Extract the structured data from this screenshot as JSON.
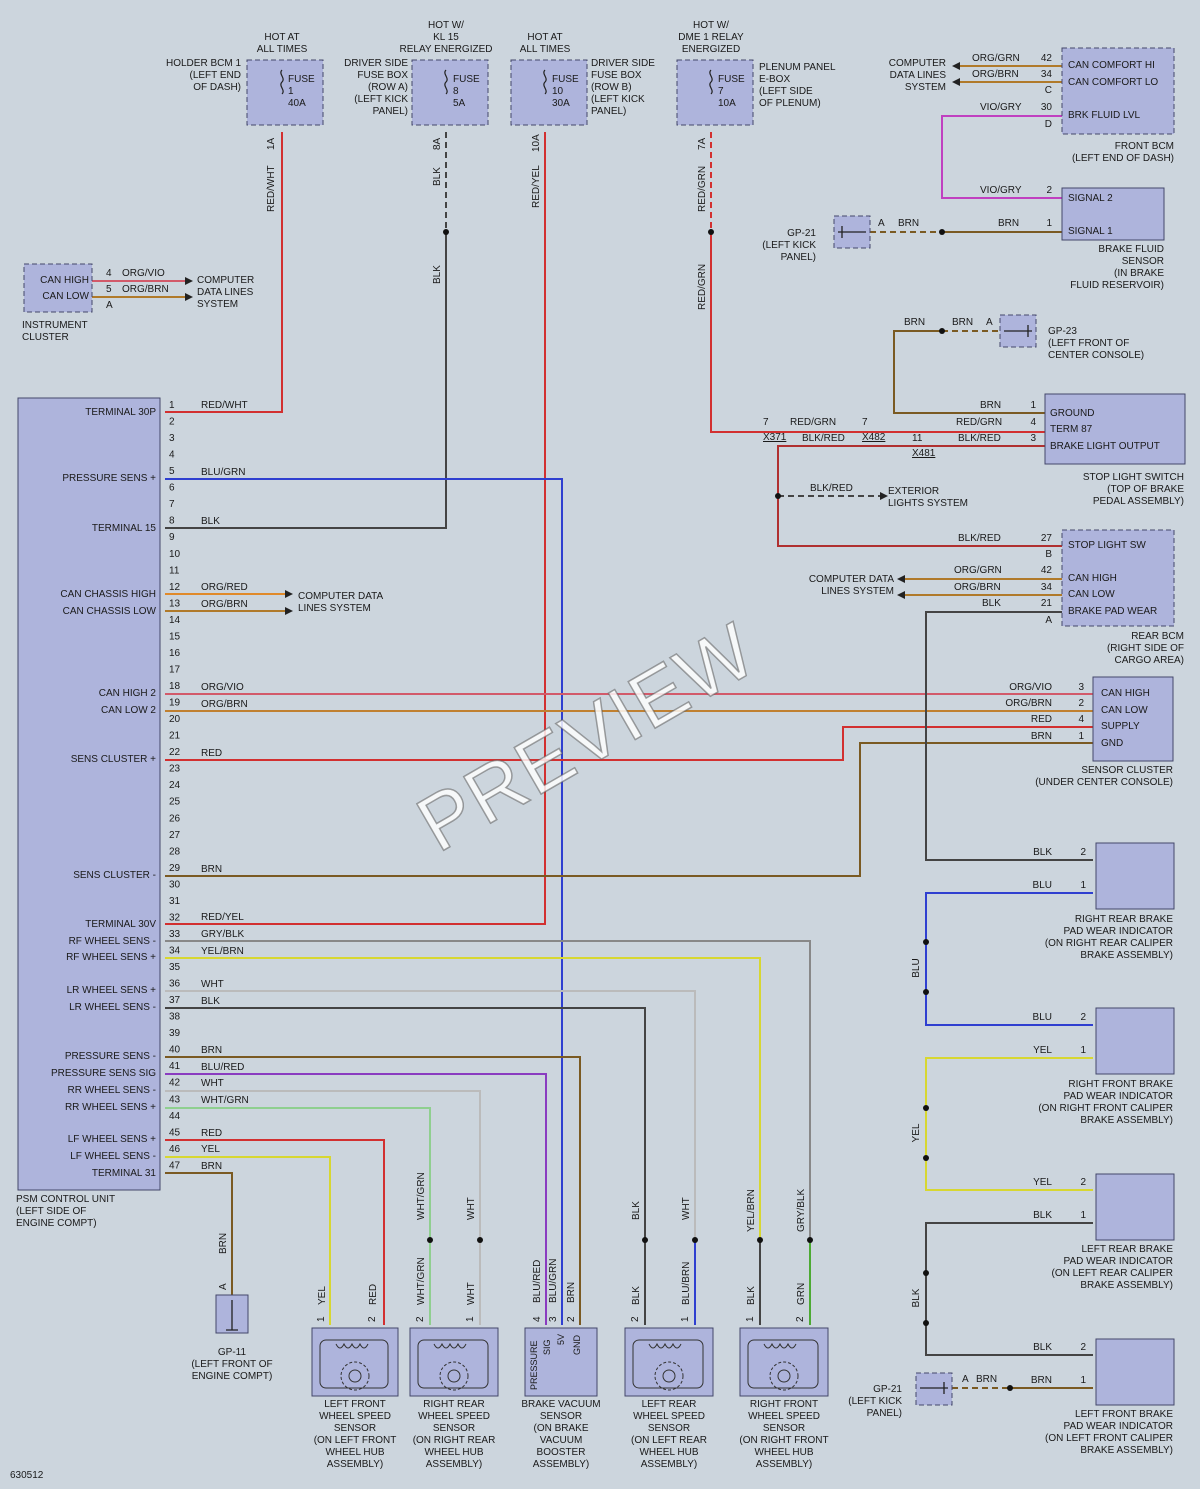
{
  "diagram_id": "630512",
  "watermark": "PREVIEW",
  "colors": {
    "background": "#ccd5dd",
    "component_fill": "#aeb4dc",
    "RED": "#d23030",
    "BLU": "#2f3fd0",
    "YEL": "#d7d731",
    "BRN": "#7a5a22",
    "ORG": "#e08a2a",
    "VIO": "#c040c0",
    "BLK": "#444444",
    "WHT": "#bbbbbb",
    "GRN": "#4caa33",
    "GRY": "#888888"
  },
  "fuses": [
    {
      "hot": [
        "HOT AT",
        "ALL TIMES"
      ],
      "location": [
        "HOLDER BCM 1",
        "(LEFT END",
        "OF DASH)"
      ],
      "label": [
        "FUSE",
        "1",
        "40A"
      ],
      "pin": "1A",
      "wire": "RED/WHT"
    },
    {
      "hot": [
        "HOT W/",
        "KL 15",
        "RELAY ENERGIZED"
      ],
      "location": [
        "DRIVER SIDE",
        "FUSE BOX",
        "(ROW A)",
        "(LEFT KICK",
        "PANEL)"
      ],
      "label": [
        "FUSE",
        "8",
        "5A"
      ],
      "pin": "8A",
      "wire": "BLK"
    },
    {
      "hot": [
        "HOT AT",
        "ALL TIMES"
      ],
      "location": [
        "DRIVER SIDE",
        "FUSE BOX",
        "(ROW B)",
        "(LEFT KICK",
        "PANEL)"
      ],
      "label": [
        "FUSE",
        "10",
        "30A"
      ],
      "pin": "10A",
      "wire": "RED/YEL"
    },
    {
      "hot": [
        "HOT W/",
        "DME 1 RELAY",
        "ENERGIZED"
      ],
      "location": [
        "PLENUM PANEL",
        "E-BOX",
        "(LEFT SIDE",
        "OF PLENUM)"
      ],
      "label": [
        "FUSE",
        "7",
        "10A"
      ],
      "pin": "7A",
      "wire": "RED/GRN"
    }
  ],
  "instrument_cluster": {
    "name": [
      "INSTRUMENT",
      "CLUSTER"
    ],
    "pins": [
      "CAN HIGH",
      "CAN LOW"
    ],
    "pin_numbers": [
      "4",
      "5",
      "A"
    ],
    "wires": [
      "ORG/VIO",
      "ORG/BRN"
    ],
    "dest": [
      "COMPUTER",
      "DATA LINES",
      "SYSTEM"
    ]
  },
  "psm": {
    "name": [
      "PSM CONTROL UNIT",
      "(LEFT SIDE OF",
      "ENGINE COMPT)"
    ],
    "pin_labels": [
      {
        "pin": 1,
        "text": "TERMINAL 30P"
      },
      {
        "pin": 5,
        "text": "PRESSURE SENS +"
      },
      {
        "pin": 8,
        "text": "TERMINAL 15"
      },
      {
        "pin": 12,
        "text": "CAN CHASSIS HIGH"
      },
      {
        "pin": 13,
        "text": "CAN CHASSIS LOW"
      },
      {
        "pin": 18,
        "text": "CAN HIGH 2"
      },
      {
        "pin": 19,
        "text": "CAN LOW 2"
      },
      {
        "pin": 22,
        "text": "SENS CLUSTER +"
      },
      {
        "pin": 29,
        "text": "SENS CLUSTER -"
      },
      {
        "pin": 32,
        "text": "TERMINAL 30V"
      },
      {
        "pin": 33,
        "text": "RF WHEEL SENS -"
      },
      {
        "pin": 34,
        "text": "RF WHEEL SENS +"
      },
      {
        "pin": 36,
        "text": "LR WHEEL SENS +"
      },
      {
        "pin": 37,
        "text": "LR WHEEL SENS -"
      },
      {
        "pin": 40,
        "text": "PRESSURE SENS -"
      },
      {
        "pin": 41,
        "text": "PRESSURE SENS SIG"
      },
      {
        "pin": 42,
        "text": "RR WHEEL SENS -"
      },
      {
        "pin": 43,
        "text": "RR WHEEL SENS +"
      },
      {
        "pin": 45,
        "text": "LF WHEEL SENS +"
      },
      {
        "pin": 46,
        "text": "LF WHEEL SENS -"
      },
      {
        "pin": 47,
        "text": "TERMINAL 31"
      }
    ],
    "pin_wires": [
      {
        "pin": 1,
        "wire": "RED/WHT"
      },
      {
        "pin": 5,
        "wire": "BLU/GRN"
      },
      {
        "pin": 8,
        "wire": "BLK"
      },
      {
        "pin": 12,
        "wire": "ORG/RED"
      },
      {
        "pin": 13,
        "wire": "ORG/BRN"
      },
      {
        "pin": 18,
        "wire": "ORG/VIO"
      },
      {
        "pin": 19,
        "wire": "ORG/BRN"
      },
      {
        "pin": 22,
        "wire": "RED"
      },
      {
        "pin": 29,
        "wire": "BRN"
      },
      {
        "pin": 32,
        "wire": "RED/YEL"
      },
      {
        "pin": 33,
        "wire": "GRY/BLK"
      },
      {
        "pin": 34,
        "wire": "YEL/BRN"
      },
      {
        "pin": 36,
        "wire": "WHT"
      },
      {
        "pin": 37,
        "wire": "BLK"
      },
      {
        "pin": 40,
        "wire": "BRN"
      },
      {
        "pin": 41,
        "wire": "BLU/RED"
      },
      {
        "pin": 42,
        "wire": "WHT"
      },
      {
        "pin": 43,
        "wire": "WHT/GRN"
      },
      {
        "pin": 45,
        "wire": "RED"
      },
      {
        "pin": 46,
        "wire": "YEL"
      },
      {
        "pin": 47,
        "wire": "BRN"
      }
    ],
    "can_chassis_dest": [
      "COMPUTER DATA",
      "LINES SYSTEM"
    ]
  },
  "front_bcm": {
    "name": [
      "FRONT BCM",
      "(LEFT END OF DASH)"
    ],
    "pins": [
      "CAN COMFORT HI",
      "CAN COMFORT LO",
      "BRK FLUID LVL"
    ],
    "pin_numbers": [
      "42",
      "34",
      "C",
      "30",
      "D"
    ],
    "wires": [
      "ORG/GRN",
      "ORG/BRN",
      "VIO/GRY"
    ],
    "dest": [
      "COMPUTER",
      "DATA LINES",
      "SYSTEM"
    ]
  },
  "brake_fluid_sensor": {
    "name": [
      "BRAKE FLUID",
      "SENSOR",
      "(IN BRAKE",
      "FLUID RESERVOIR)"
    ],
    "pins": [
      "SIGNAL 2",
      "SIGNAL 1"
    ],
    "pin_numbers": [
      "2",
      "1"
    ],
    "wires": [
      "VIO/GRY",
      "BRN",
      "BRN"
    ]
  },
  "gp21_top": {
    "name": [
      "GP-21",
      "(LEFT KICK",
      "PANEL)"
    ],
    "pin": "A"
  },
  "gp23": {
    "name": [
      "GP-23",
      "(LEFT FRONT OF",
      "CENTER CONSOLE)"
    ],
    "pin": "A",
    "wires": [
      "BRN",
      "BRN"
    ]
  },
  "stop_light_switch": {
    "name": [
      "STOP LIGHT SWITCH",
      "(TOP OF BRAKE",
      "PEDAL ASSEMBLY)"
    ],
    "pins": [
      "GROUND",
      "TERM 87",
      "BRAKE LIGHT OUTPUT"
    ],
    "pin_numbers": [
      "1",
      "4",
      "3"
    ],
    "wires": [
      "BRN",
      "RED/GRN",
      "BLK/RED"
    ]
  },
  "connectors": {
    "x371": "X371",
    "x482": "X482",
    "x481": "X481",
    "c7a": "7",
    "c7b": "7",
    "c11": "11"
  },
  "junction_wires": {
    "red_grn": "RED/GRN",
    "blk_red": "BLK/RED",
    "ext_wire": "BLK/RED",
    "ext_dest": [
      "EXTERIOR",
      "LIGHTS SYSTEM"
    ]
  },
  "rear_bcm": {
    "name": [
      "REAR BCM",
      "(RIGHT SIDE OF",
      "CARGO AREA)"
    ],
    "pins": [
      "STOP LIGHT SW",
      "CAN HIGH",
      "CAN LOW",
      "BRAKE PAD WEAR"
    ],
    "pin_numbers": [
      "27",
      "B",
      "42",
      "34",
      "21",
      "A"
    ],
    "wires": [
      "BLK/RED",
      "ORG/GRN",
      "ORG/BRN",
      "BLK"
    ],
    "dest": [
      "COMPUTER DATA",
      "LINES SYSTEM"
    ]
  },
  "sensor_cluster": {
    "name": [
      "SENSOR CLUSTER",
      "(UNDER CENTER CONSOLE)"
    ],
    "pins": [
      "CAN HIGH",
      "CAN LOW",
      "SUPPLY",
      "GND"
    ],
    "pin_numbers": [
      "3",
      "2",
      "4",
      "1"
    ],
    "wires": [
      "ORG/VIO",
      "ORG/BRN",
      "RED",
      "BRN"
    ]
  },
  "pad_wear": [
    {
      "name": [
        "RIGHT REAR BRAKE",
        "PAD WEAR INDICATOR",
        "(ON RIGHT REAR CALIPER",
        "BRAKE ASSEMBLY)"
      ],
      "pins": [
        "2",
        "1"
      ],
      "wires": [
        "BLK",
        "BLU"
      ]
    },
    {
      "name": [
        "RIGHT FRONT BRAKE",
        "PAD WEAR INDICATOR",
        "(ON RIGHT FRONT CALIPER",
        "BRAKE ASSEMBLY)"
      ],
      "pins": [
        "2",
        "1"
      ],
      "wires": [
        "BLU",
        "YEL"
      ]
    },
    {
      "name": [
        "LEFT REAR BRAKE",
        "PAD WEAR INDICATOR",
        "(ON LEFT REAR CALIPER",
        "BRAKE ASSEMBLY)"
      ],
      "pins": [
        "2",
        "1"
      ],
      "wires": [
        "YEL",
        "BLK"
      ]
    },
    {
      "name": [
        "LEFT FRONT BRAKE",
        "PAD WEAR INDICATOR",
        "(ON LEFT FRONT CALIPER",
        "BRAKE ASSEMBLY)"
      ],
      "pins": [
        "2",
        "1"
      ],
      "wires": [
        "BLK",
        "BRN"
      ]
    }
  ],
  "pad_wear_vertical_wires": {
    "blu": "BLU",
    "yel": "YEL",
    "blk": "BLK"
  },
  "gp21_bottom": {
    "name": [
      "GP-21",
      "(LEFT KICK",
      "PANEL)"
    ],
    "pin": "A",
    "wire": "BRN"
  },
  "gp11": {
    "name": [
      "GP-11",
      "(LEFT FRONT OF",
      "ENGINE COMPT)"
    ],
    "pin": "A",
    "wire": "BRN"
  },
  "bottom_sensors": [
    {
      "name": [
        "LEFT FRONT",
        "WHEEL SPEED",
        "SENSOR",
        "(ON LEFT FRONT",
        "WHEEL HUB",
        "ASSEMBLY)"
      ],
      "pins": [
        "1",
        "2"
      ],
      "wires": [
        "YEL",
        "RED"
      ]
    },
    {
      "name": [
        "RIGHT REAR",
        "WHEEL SPEED",
        "SENSOR",
        "(ON RIGHT REAR",
        "WHEEL HUB",
        "ASSEMBLY)"
      ],
      "pins": [
        "2",
        "1"
      ],
      "wires": [
        "WHT/GRN",
        "WHT"
      ],
      "upper_wires": [
        "WHT/GRN",
        "WHT"
      ]
    },
    {
      "name": [
        "BRAKE VACUUM",
        "SENSOR",
        "(ON BRAKE",
        "VACUUM",
        "BOOSTER",
        "ASSEMBLY)"
      ],
      "pins": [
        "4",
        "3",
        "2"
      ],
      "wires": [
        "BLU/RED",
        "BLU/GRN",
        "BRN"
      ],
      "pin_text": [
        "PRESSURE",
        "SIG",
        "5V",
        "GND"
      ]
    },
    {
      "name": [
        "LEFT REAR",
        "WHEEL SPEED",
        "SENSOR",
        "(ON LEFT REAR",
        "WHEEL HUB",
        "ASSEMBLY)"
      ],
      "pins": [
        "2",
        "1"
      ],
      "wires": [
        "BLK",
        "BLU/BRN"
      ],
      "upper_wires": [
        "BLK",
        "WHT"
      ]
    },
    {
      "name": [
        "RIGHT FRONT",
        "WHEEL SPEED",
        "SENSOR",
        "(ON RIGHT FRONT",
        "WHEEL HUB",
        "ASSEMBLY)"
      ],
      "pins": [
        "1",
        "2"
      ],
      "wires": [
        "BLK",
        "GRN"
      ],
      "upper_wires": [
        "YEL/BRN",
        "GRY/BLK"
      ]
    }
  ]
}
